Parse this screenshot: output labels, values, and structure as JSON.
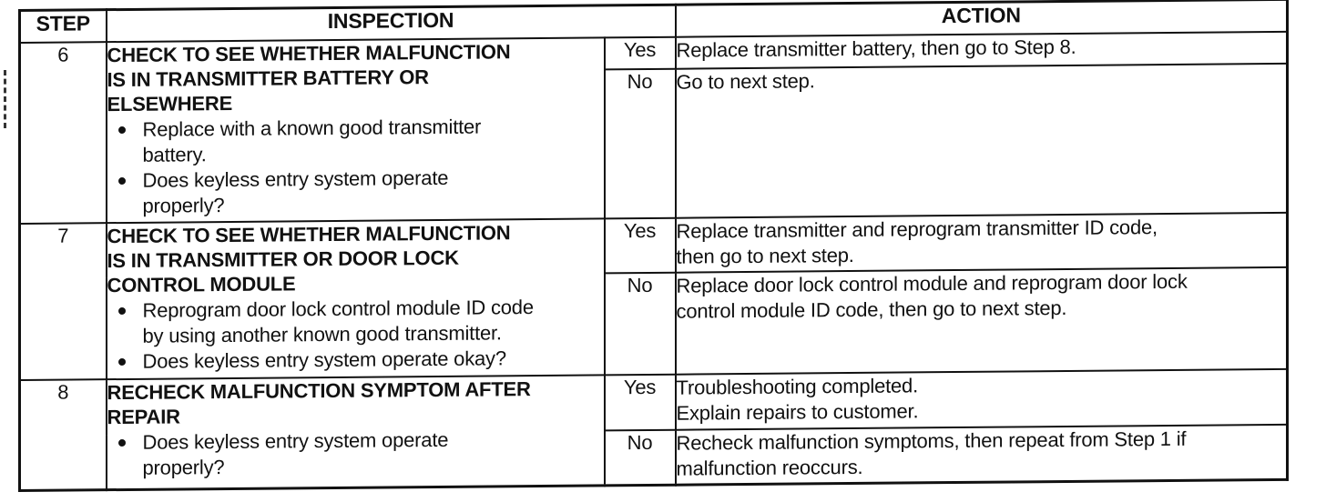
{
  "colors": {
    "ink": "#111111",
    "paper": "#ffffff"
  },
  "table": {
    "headers": {
      "step": "STEP",
      "inspection": "INSPECTION",
      "action": "ACTION"
    },
    "rows": [
      {
        "step": "6",
        "title": "CHECK TO SEE WHETHER MALFUNCTION\nIS IN TRANSMITTER BATTERY OR\nELSEWHERE",
        "bullets": [
          "Replace with a known good transmitter\nbattery.",
          "Does keyless entry system operate\nproperly?"
        ],
        "yes_label": "Yes",
        "no_label": "No",
        "yes_action": "Replace transmitter battery, then go to Step 8.",
        "no_action": "Go to next step."
      },
      {
        "step": "7",
        "title": "CHECK TO SEE WHETHER MALFUNCTION\nIS IN TRANSMITTER OR DOOR LOCK\nCONTROL MODULE",
        "bullets": [
          "Reprogram door lock control module ID code\nby using another known good transmitter.",
          "Does keyless entry system operate okay?"
        ],
        "yes_label": "Yes",
        "no_label": "No",
        "yes_action": "Replace transmitter and reprogram transmitter ID code,\nthen go to next step.",
        "no_action": "Replace door lock control module and reprogram door lock\ncontrol module ID code, then go to next step."
      },
      {
        "step": "8",
        "title": "RECHECK MALFUNCTION SYMPTOM AFTER\nREPAIR",
        "bullets": [
          "Does keyless entry system operate\nproperly?"
        ],
        "yes_label": "Yes",
        "no_label": "No",
        "yes_action": "Troubleshooting completed.\nExplain repairs to customer.",
        "no_action": "Recheck malfunction symptoms, then repeat from Step 1 if\nmalfunction reoccurs."
      }
    ]
  }
}
